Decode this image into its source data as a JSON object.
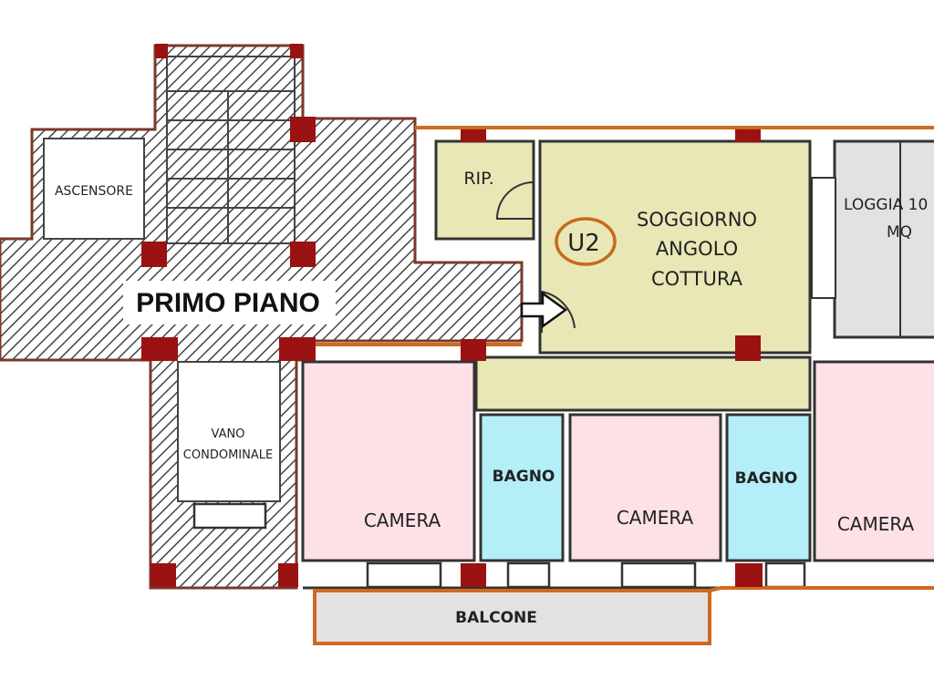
{
  "plan": {
    "floor_label": "PRIMO PIANO",
    "unit_label": "U2",
    "rooms": {
      "ascensore": "ASCENSORE",
      "rip": "RIP.",
      "soggiorno": [
        "SOGGIORNO",
        "ANGOLO",
        "COTTURA"
      ],
      "loggia": [
        "LOGGIA 10",
        "MQ"
      ],
      "vano": [
        "VANO",
        "CONDOMINALE"
      ],
      "camera_1": "CAMERA",
      "bagno_1": "BAGNO",
      "camera_2": "CAMERA",
      "bagno_2": "BAGNO",
      "camera_3": "CAMERA",
      "balcone": "BALCONE"
    },
    "colors": {
      "living": "#e9e7b6",
      "bedroom": "#fde1e7",
      "bathroom": "#b4eff9",
      "outdoor": "#e2e2e2",
      "pillar": "#9a1212",
      "perimeter": "#d0691e",
      "unit_marker": "#c66a1e"
    }
  }
}
